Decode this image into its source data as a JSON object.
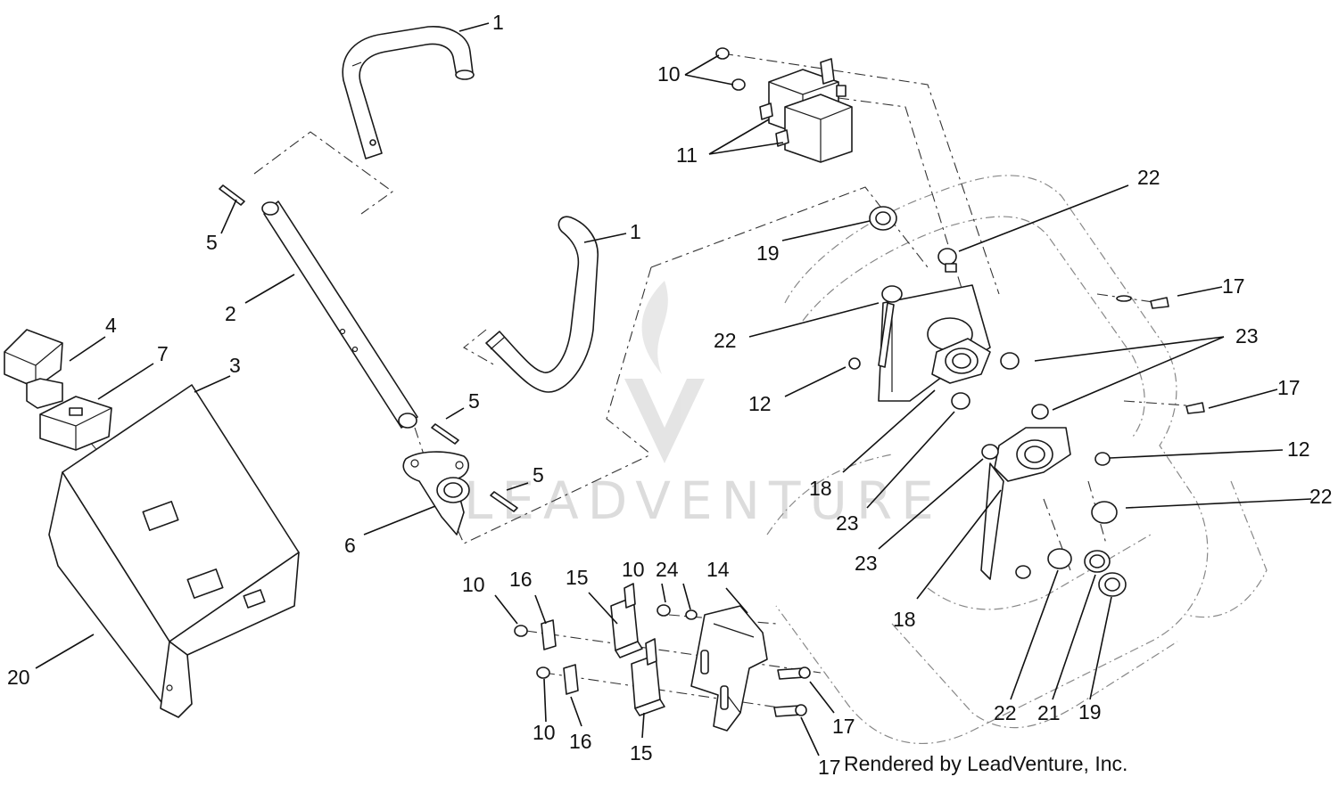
{
  "watermark": {
    "text": "LEADVENTURE"
  },
  "credit": "Rendered by LeadVenture, Inc.",
  "callouts": [
    {
      "id": "c1a",
      "label": "1"
    },
    {
      "id": "c1b",
      "label": "1"
    },
    {
      "id": "c2",
      "label": "2"
    },
    {
      "id": "c3",
      "label": "3"
    },
    {
      "id": "c4",
      "label": "4"
    },
    {
      "id": "c5a",
      "label": "5"
    },
    {
      "id": "c5b",
      "label": "5"
    },
    {
      "id": "c5c",
      "label": "5"
    },
    {
      "id": "c6",
      "label": "6"
    },
    {
      "id": "c7",
      "label": "7"
    },
    {
      "id": "c10a",
      "label": "10"
    },
    {
      "id": "c10b",
      "label": "10"
    },
    {
      "id": "c10c",
      "label": "10"
    },
    {
      "id": "c10d",
      "label": "10"
    },
    {
      "id": "c11",
      "label": "11"
    },
    {
      "id": "c12a",
      "label": "12"
    },
    {
      "id": "c12b",
      "label": "12"
    },
    {
      "id": "c14",
      "label": "14"
    },
    {
      "id": "c15a",
      "label": "15"
    },
    {
      "id": "c15b",
      "label": "15"
    },
    {
      "id": "c16a",
      "label": "16"
    },
    {
      "id": "c16b",
      "label": "16"
    },
    {
      "id": "c17a",
      "label": "17"
    },
    {
      "id": "c17b",
      "label": "17"
    },
    {
      "id": "c17c",
      "label": "17"
    },
    {
      "id": "c17d",
      "label": "17"
    },
    {
      "id": "c18a",
      "label": "18"
    },
    {
      "id": "c18b",
      "label": "18"
    },
    {
      "id": "c19a",
      "label": "19"
    },
    {
      "id": "c19b",
      "label": "19"
    },
    {
      "id": "c20",
      "label": "20"
    },
    {
      "id": "c21",
      "label": "21"
    },
    {
      "id": "c22a",
      "label": "22"
    },
    {
      "id": "c22b",
      "label": "22"
    },
    {
      "id": "c22c",
      "label": "22"
    },
    {
      "id": "c22d",
      "label": "22"
    },
    {
      "id": "c23a",
      "label": "23"
    },
    {
      "id": "c23b",
      "label": "23"
    },
    {
      "id": "c23c",
      "label": "23"
    },
    {
      "id": "c24",
      "label": "24"
    }
  ]
}
